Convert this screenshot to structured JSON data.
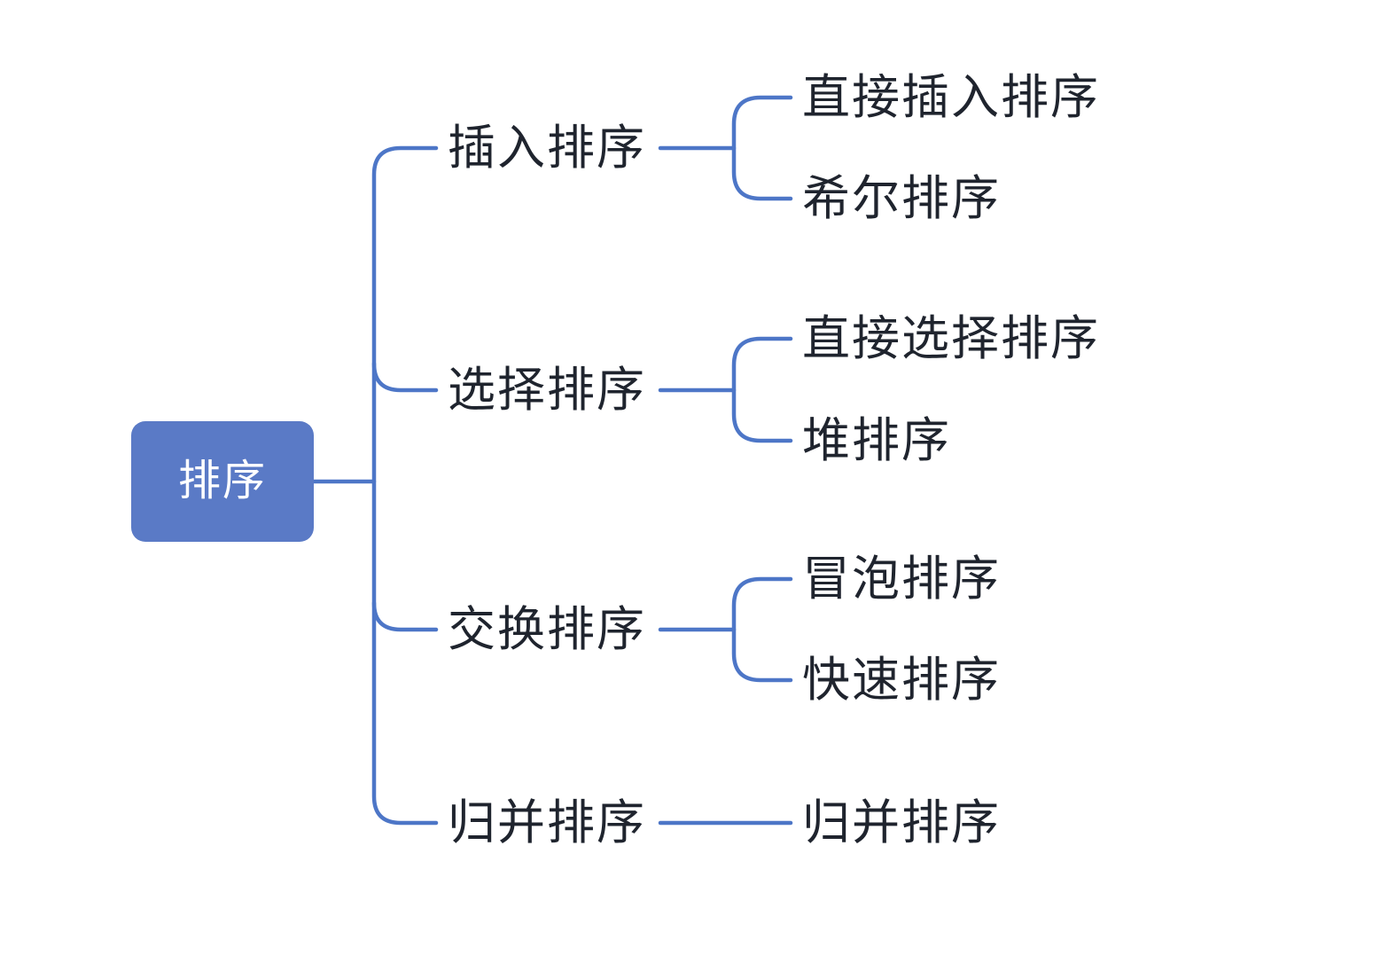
{
  "diagram": {
    "type": "mindmap",
    "colors": {
      "background": "#ffffff",
      "root_fill": "#5a7ac6",
      "root_text": "#ffffff",
      "line": "#4d76c7",
      "label_text": "#1f242e"
    },
    "root": {
      "label": "排序"
    },
    "branches": [
      {
        "label": "插入排序",
        "children": [
          {
            "label": "直接插入排序"
          },
          {
            "label": "希尔排序"
          }
        ]
      },
      {
        "label": "选择排序",
        "children": [
          {
            "label": "直接选择排序"
          },
          {
            "label": "堆排序"
          }
        ]
      },
      {
        "label": "交换排序",
        "children": [
          {
            "label": "冒泡排序"
          },
          {
            "label": "快速排序"
          }
        ]
      },
      {
        "label": "归并排序",
        "children": [
          {
            "label": "归并排序"
          }
        ]
      }
    ]
  }
}
